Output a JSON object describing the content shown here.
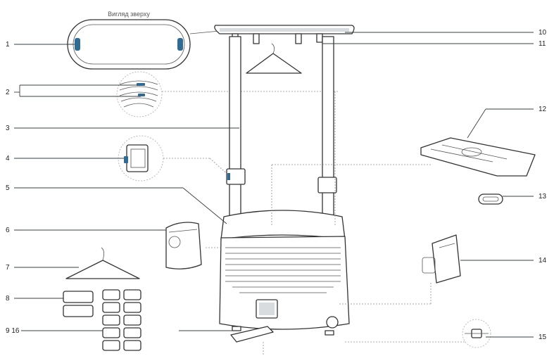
{
  "title": "Вигляд зверху",
  "labels": [
    "1",
    "2",
    "3",
    "4",
    "5",
    "6",
    "7",
    "8",
    "9 16",
    "10",
    "11",
    "12",
    "13",
    "14",
    "15"
  ],
  "colors": {
    "line": "#333333",
    "accent": "#2f6b93",
    "leader": "#3a3f45"
  }
}
